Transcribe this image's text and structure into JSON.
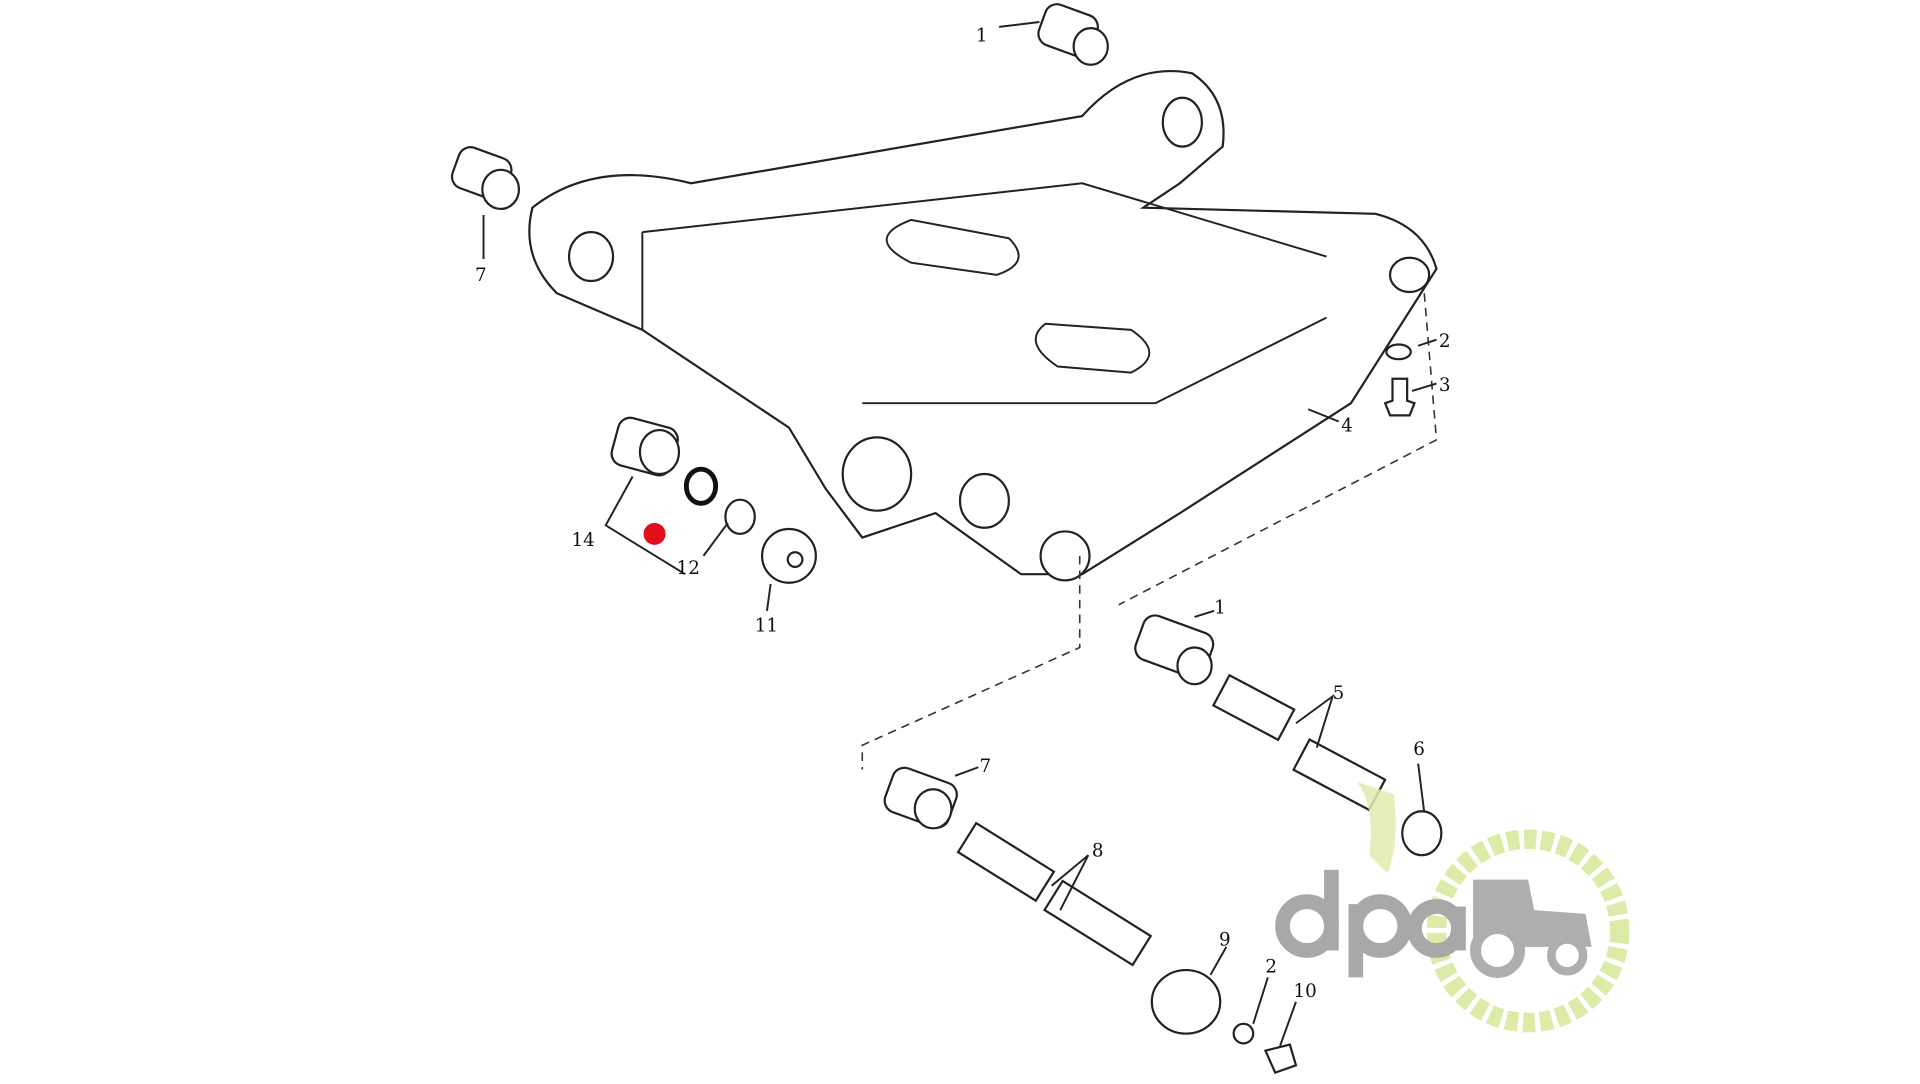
{
  "diagram": {
    "type": "exploded parts diagram",
    "callouts": [
      "1",
      "7",
      "2",
      "3",
      "4",
      "14",
      "12",
      "11",
      "1",
      "5",
      "6",
      "7",
      "8",
      "9",
      "2",
      "10"
    ],
    "highlight_color": "#e0101a"
  },
  "logo": {
    "text": "dpa",
    "icon": "tractor-gear-icon",
    "ring_color": "#d8e89a",
    "text_color": "#9a9a9a"
  }
}
